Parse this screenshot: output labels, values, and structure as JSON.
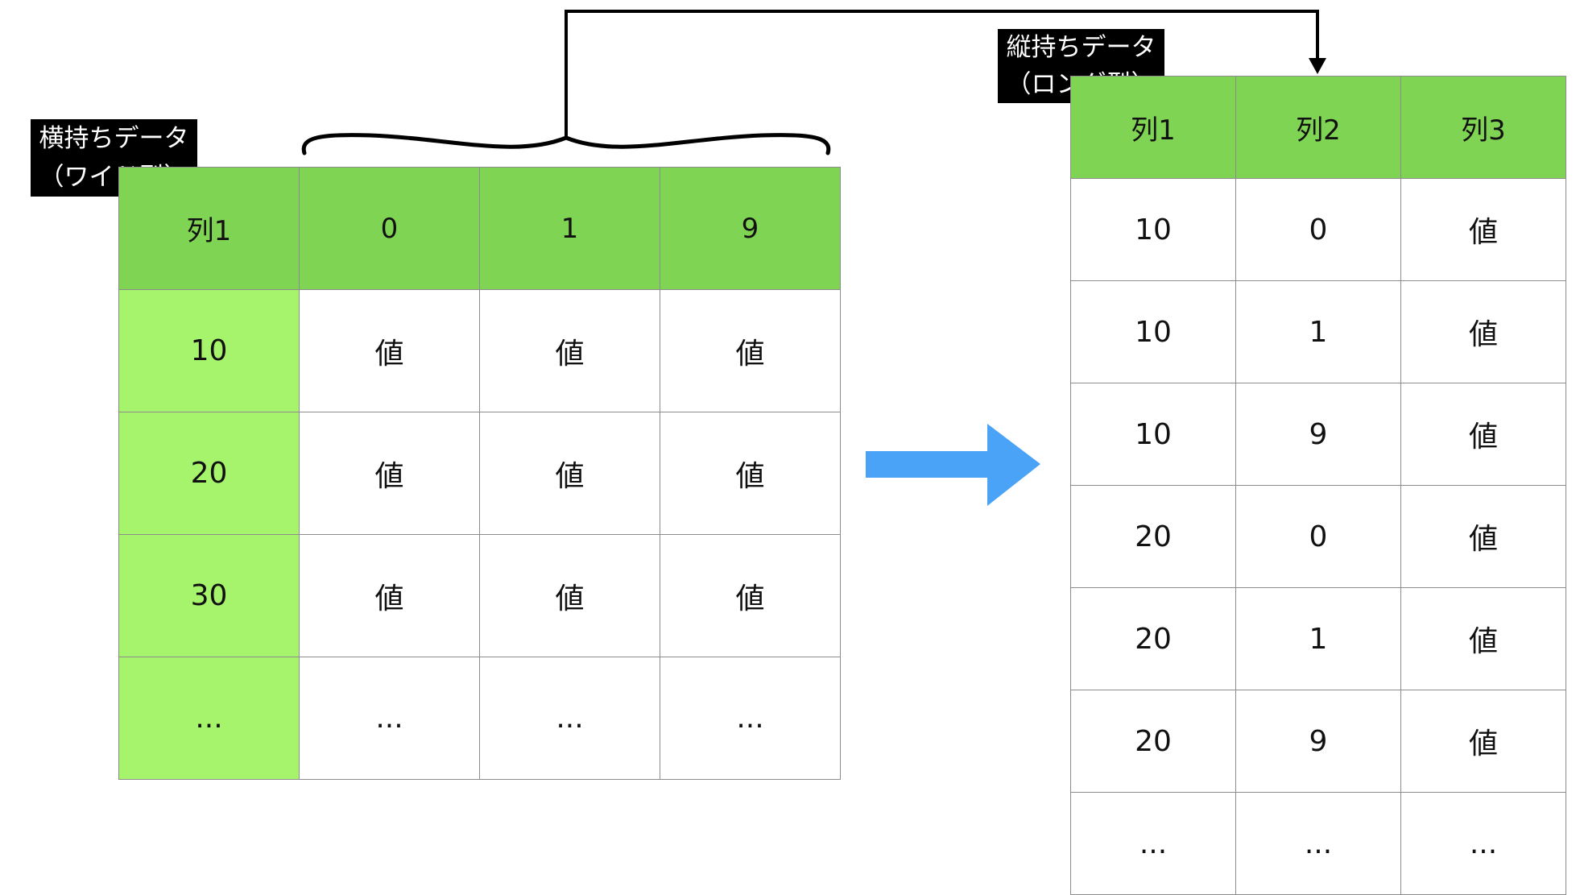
{
  "wide": {
    "label_line1": "横持ちデータ",
    "label_line2": "（ワイド型）",
    "header": [
      "列1",
      "0",
      "1",
      "9"
    ],
    "rows": [
      [
        "10",
        "値",
        "値",
        "値"
      ],
      [
        "20",
        "値",
        "値",
        "値"
      ],
      [
        "30",
        "値",
        "値",
        "値"
      ],
      [
        "...",
        "...",
        "...",
        "..."
      ]
    ]
  },
  "long": {
    "label_line1": "縦持ちデータ",
    "label_line2": "（ロング型）",
    "header": [
      "列1",
      "列2",
      "列3"
    ],
    "rows": [
      [
        "10",
        "0",
        "値"
      ],
      [
        "10",
        "1",
        "値"
      ],
      [
        "10",
        "9",
        "値"
      ],
      [
        "20",
        "0",
        "値"
      ],
      [
        "20",
        "1",
        "値"
      ],
      [
        "20",
        "9",
        "値"
      ],
      [
        "...",
        "...",
        "..."
      ]
    ]
  },
  "colors": {
    "header_green": "#80d454",
    "key_green": "#a6f46c",
    "arrow_blue": "#4aa3f7",
    "label_bg": "#000000"
  }
}
